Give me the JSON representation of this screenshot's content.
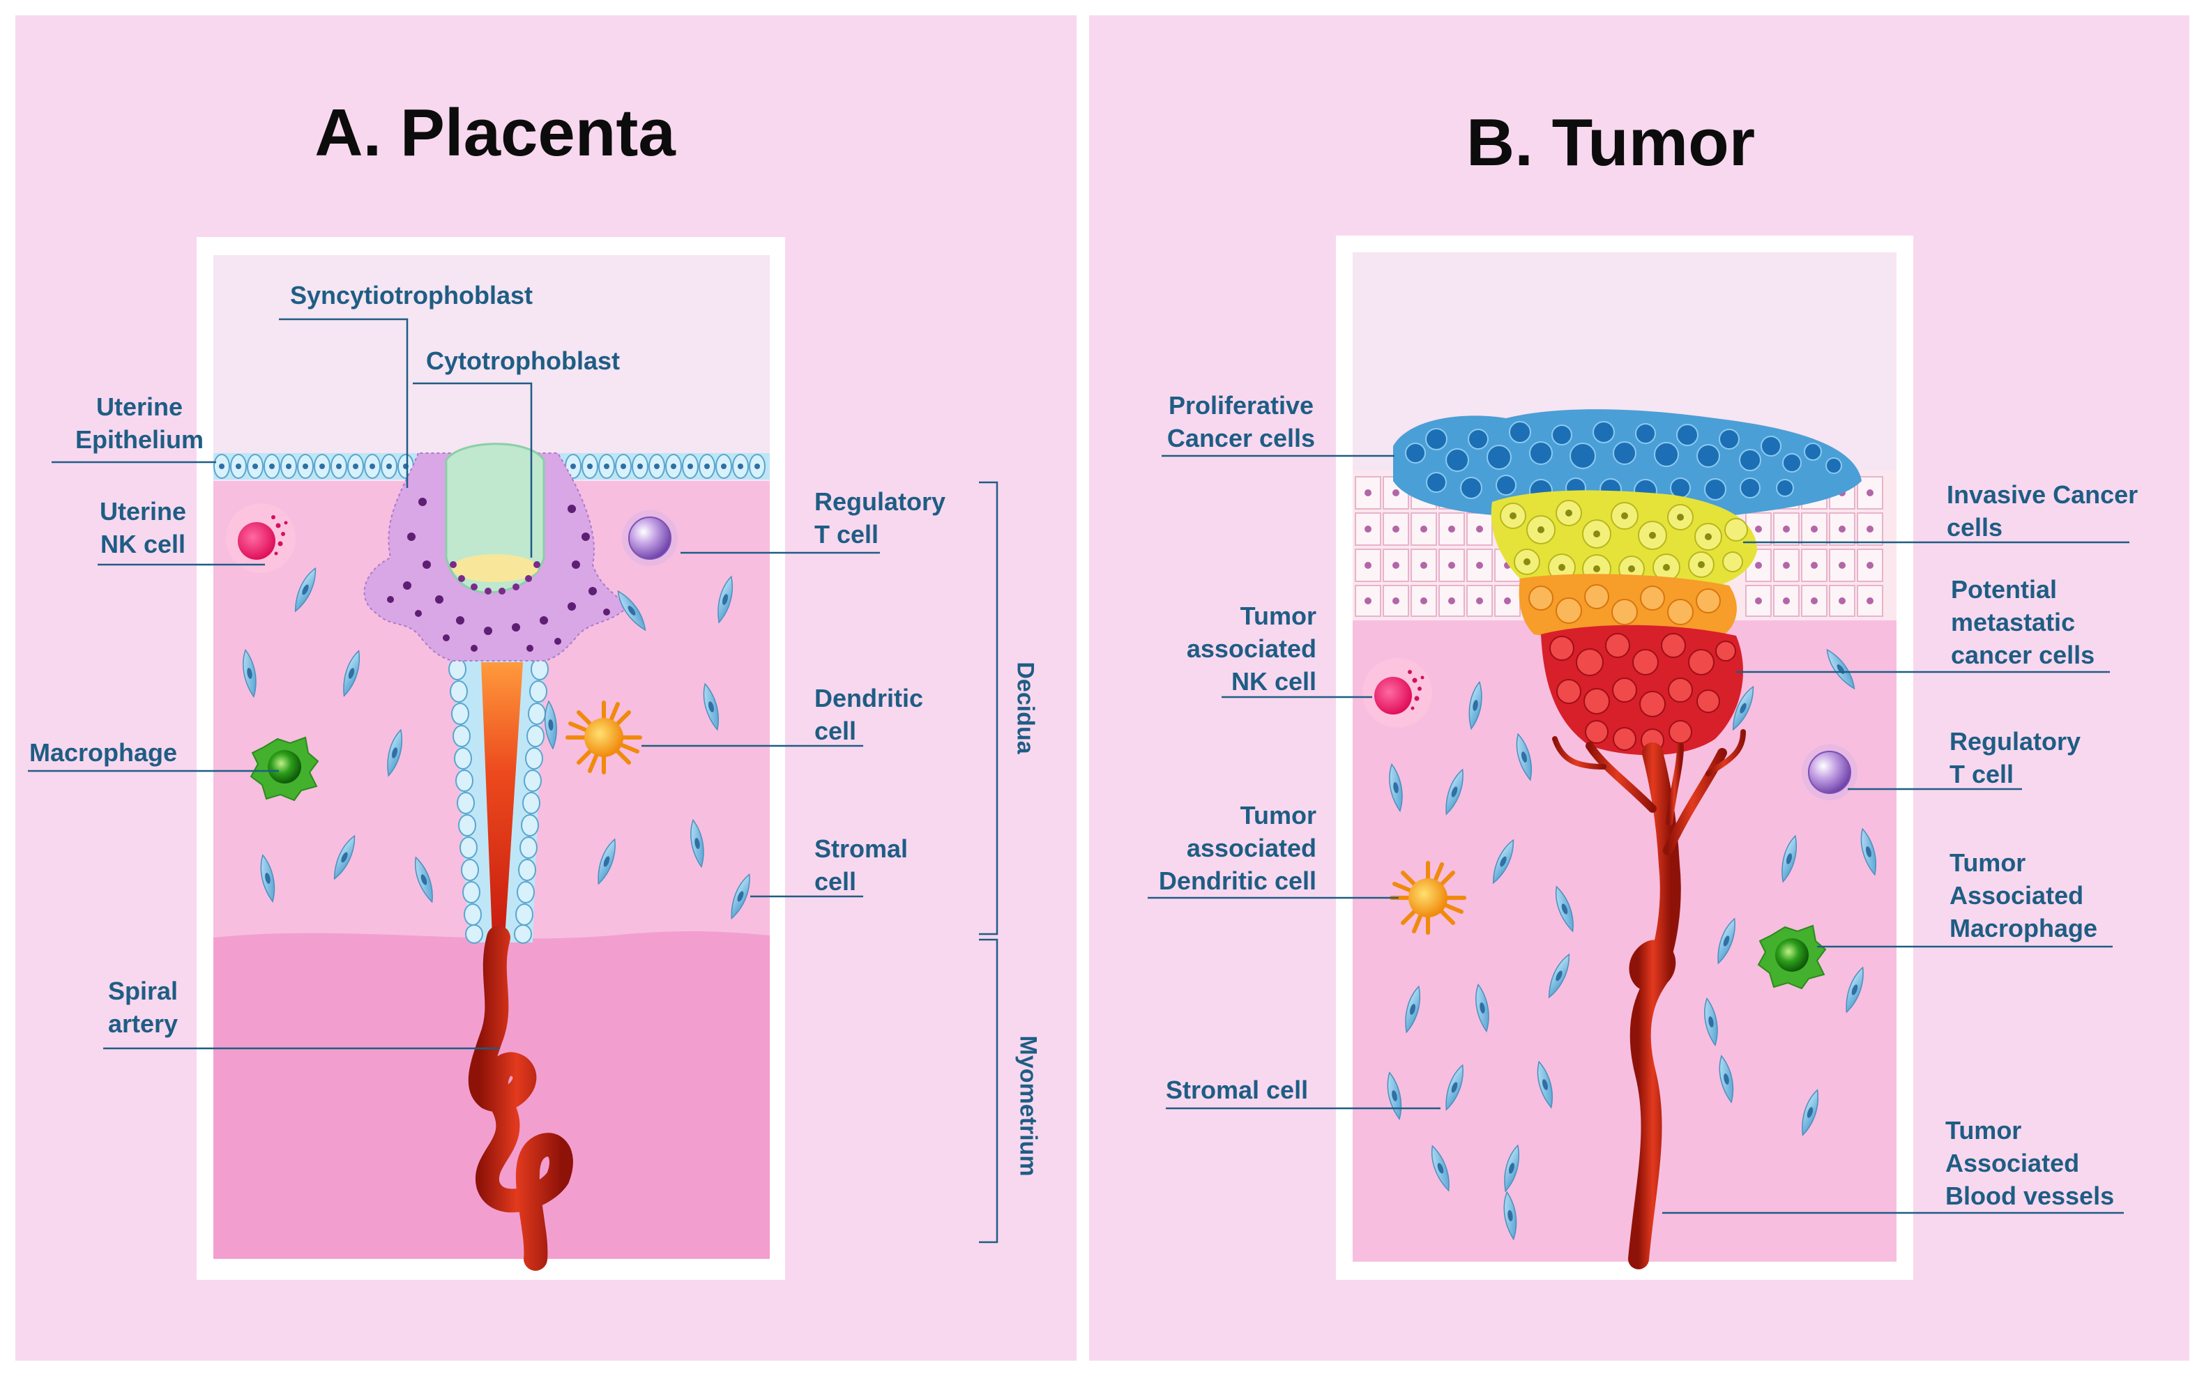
{
  "panels": [
    {
      "title": "A. Placenta",
      "labels": {
        "syncytiotrophoblast": "Syncytiotrophoblast",
        "cytotrophoblast": "Cytotrophoblast",
        "uterine_epithelium": [
          "Uterine",
          "Epithelium"
        ],
        "uterine_nk_cell": [
          "Uterine",
          "NK cell"
        ],
        "regulatory_t_cell": [
          "Regulatory",
          "T cell"
        ],
        "dendritic_cell": [
          "Dendritic",
          "cell"
        ],
        "macrophage": "Macrophage",
        "stromal_cell": [
          "Stromal",
          "cell"
        ],
        "spiral_artery": [
          "Spiral",
          "artery"
        ]
      },
      "brackets": {
        "upper": "Decidua",
        "lower": "Myometrium"
      }
    },
    {
      "title": "B. Tumor",
      "labels": {
        "proliferative_cancer_cells": [
          "Proliferative",
          "Cancer cells"
        ],
        "invasive_cancer_cells": [
          "Invasive Cancer",
          "cells"
        ],
        "potential_metastatic": [
          "Potential",
          "metastatic",
          "cancer cells"
        ],
        "tumor_nk_cell": [
          "Tumor",
          "associated",
          "NK cell"
        ],
        "regulatory_t_cell": [
          "Regulatory",
          "T cell"
        ],
        "tumor_dendritic_cell": [
          "Tumor",
          "associated",
          "Dendritic cell"
        ],
        "tumor_macrophage": [
          "Tumor",
          "Associated",
          "Macrophage"
        ],
        "stromal_cell": "Stromal cell",
        "tumor_blood_vessels": [
          "Tumor",
          "Associated",
          "Blood vessels"
        ]
      }
    }
  ],
  "colors": {
    "background": "#f8d8ef",
    "tissue": "#f7bedf",
    "myometrium": "#f29fd0",
    "label": "#1e5d84",
    "artery": "#c41e14"
  }
}
